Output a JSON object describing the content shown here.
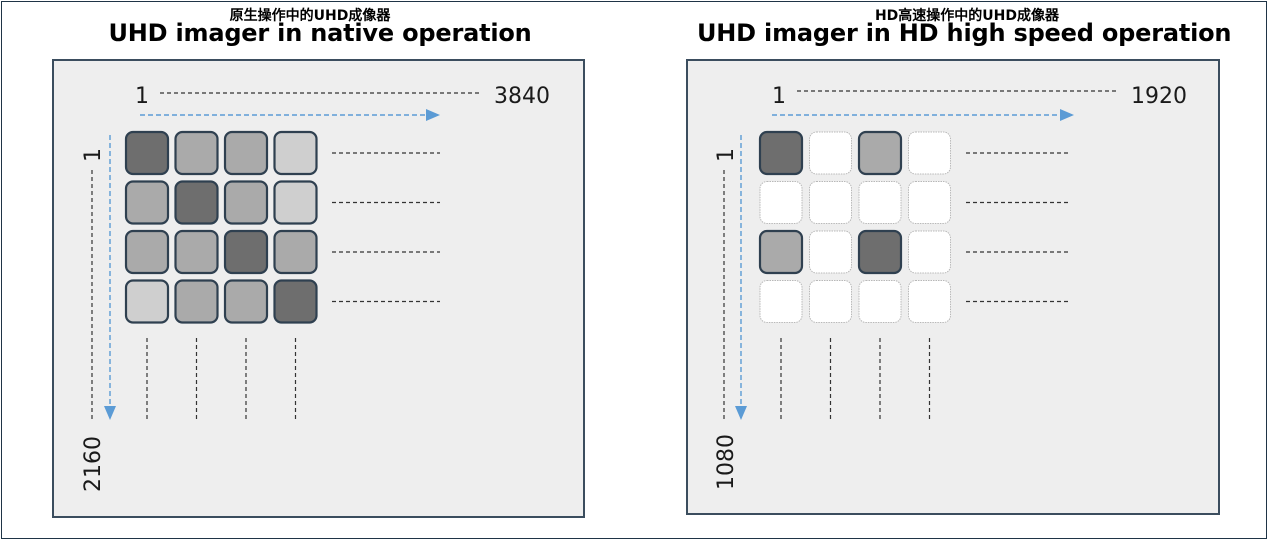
{
  "panels": [
    {
      "title_zh": "原生操作中的UHD成像器",
      "title_en": "UHD imager in native operation",
      "x_start": "1",
      "x_end": "3840",
      "y_start": "1",
      "y_end": "2160",
      "grid": [
        [
          "dark",
          "mid",
          "mid",
          "light"
        ],
        [
          "mid",
          "dark",
          "mid",
          "light"
        ],
        [
          "mid",
          "mid",
          "dark",
          "mid"
        ],
        [
          "light",
          "mid",
          "mid",
          "dark"
        ]
      ]
    },
    {
      "title_zh": "HD高速操作中的UHD成像器",
      "title_en": "UHD imager in HD high speed operation",
      "x_start": "1",
      "x_end": "1920",
      "y_start": "1",
      "y_end": "1080",
      "grid": [
        [
          "dark",
          "white",
          "mid",
          "white"
        ],
        [
          "white",
          "white",
          "white",
          "white"
        ],
        [
          "mid",
          "white",
          "dark",
          "white"
        ],
        [
          "white",
          "white",
          "white",
          "white"
        ]
      ]
    }
  ],
  "colors": {
    "dark": "#6e6e6e",
    "mid": "#aaaaaa",
    "light": "#cfcfcf",
    "white": "#ffffff",
    "arrow": "#5b9bd5",
    "cell_border": "#2f4050",
    "cell_border_light": "#b8b8b8"
  }
}
